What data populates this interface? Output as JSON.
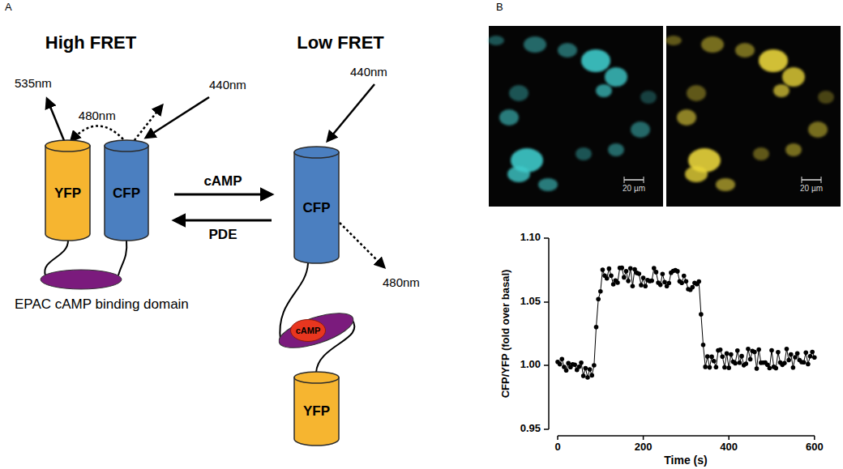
{
  "diagram": {
    "nodes": [
      {
        "text": [
          "YFP"
        ]
      },
      {
        "text": [
          "CFP"
        ]
      },
      {
        "text": [
          "CFP"
        ]
      },
      {
        "text": [
          "cAMP"
        ]
      },
      {
        "text": [
          "YFP"
        ]
      }
    ],
    "edges": [
      {
        "from": 1,
        "to": 0,
        "arrow": "to",
        "label": "480nm"
      }
    ],
    "labels": [
      "A",
      "High FRET",
      "535nm",
      "440nm",
      "cAMP",
      "PDE",
      "EPAC cAMP binding domain",
      "Low FRET",
      "440nm",
      "480nm",
      "B",
      "20 µm",
      "20 µm",
      "1.10",
      "1.05",
      "1.00",
      "0.95",
      "0",
      "200",
      "400",
      "600",
      "CFP/YFP (fold over basal)",
      "Time (s)"
    ]
  }
}
